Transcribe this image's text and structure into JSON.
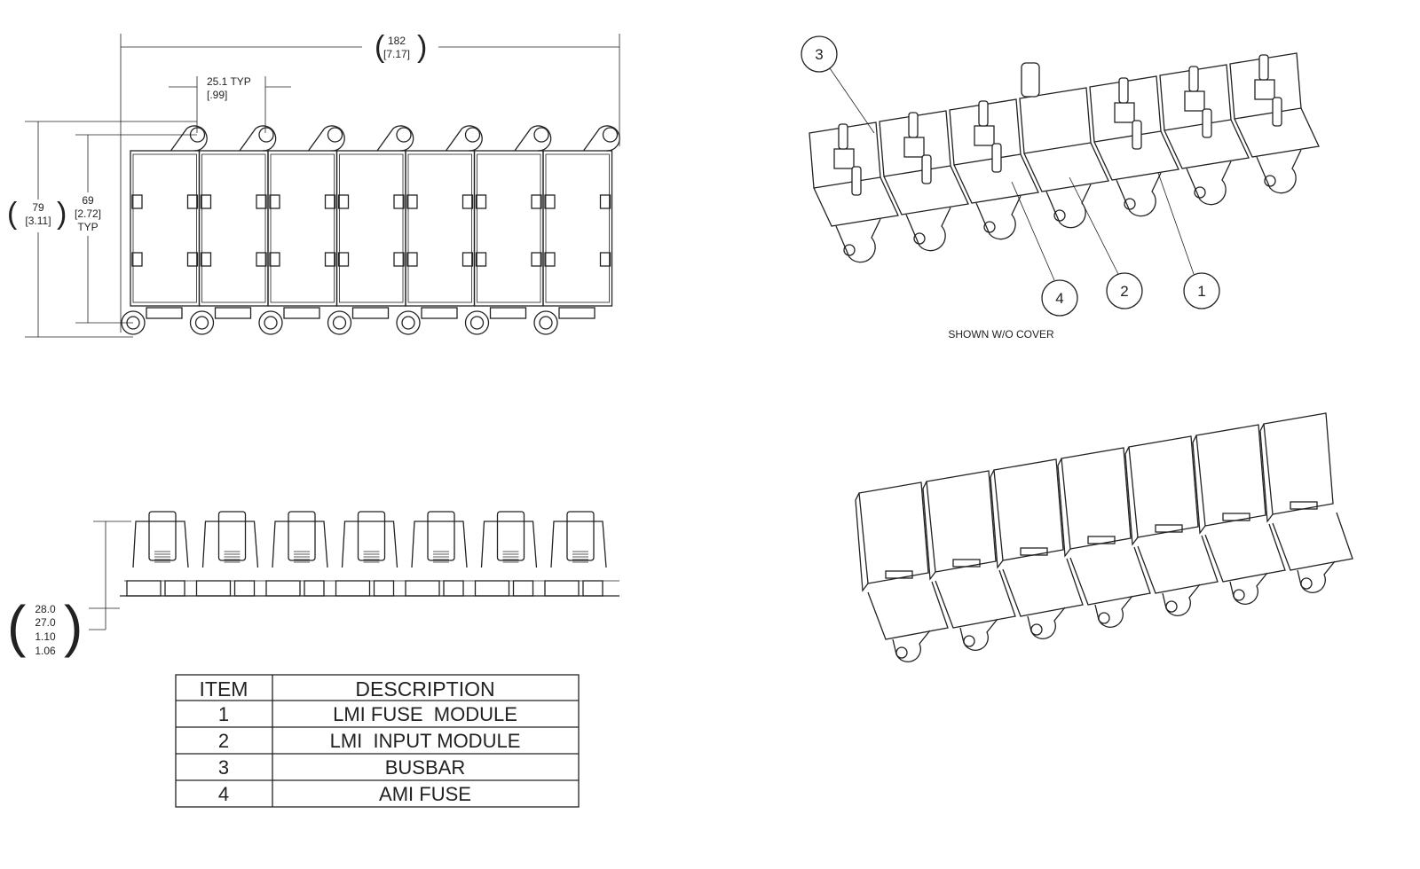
{
  "top_view": {
    "overall_width": {
      "mm": "182",
      "in": "[7.17]"
    },
    "pitch": {
      "mm": "25.1 TYP",
      "in": "[.99]"
    },
    "overall_height": {
      "mm": "79",
      "in": "[3.11]"
    },
    "body_height": {
      "mm": "69",
      "in": "[2.72]",
      "note": "TYP"
    },
    "module_count": 7
  },
  "side_view": {
    "height": {
      "max_mm": "28.0",
      "min_mm": "27.0",
      "max_in": "1.10",
      "min_in": "1.06"
    }
  },
  "iso_view": {
    "caption": "SHOWN W/O COVER",
    "balloons": [
      "3",
      "4",
      "2",
      "1"
    ]
  },
  "bom_table": {
    "headers": [
      "ITEM",
      "DESCRIPTION"
    ],
    "rows": [
      {
        "item": "1",
        "description": "LMI FUSE  MODULE"
      },
      {
        "item": "2",
        "description": "LMI  INPUT MODULE"
      },
      {
        "item": "3",
        "description": "BUSBAR"
      },
      {
        "item": "4",
        "description": "AMI FUSE"
      }
    ]
  }
}
